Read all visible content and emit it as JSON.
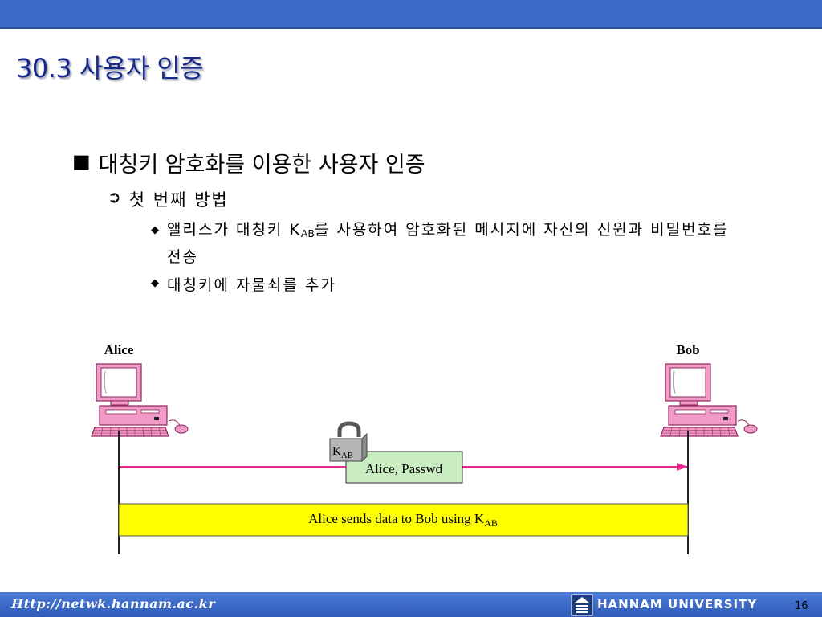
{
  "slide": {
    "title": "30.3 사용자 인증",
    "bullet_l1": "대칭키 암호화를 이용한 사용자 인증",
    "bullet_l2": "첫 번째 방법",
    "bullet_l3a_pre": "앨리스가 대칭키 K",
    "bullet_l3a_sub": "AB",
    "bullet_l3a_post": "를 사용하여 암호화된 메시지에 자신의 신원과 비밀번호를 전송",
    "bullet_l3b": "대칭키에 자물쇠를 추가"
  },
  "diagram": {
    "left_party": "Alice",
    "right_party": "Bob",
    "lock_key": "K",
    "lock_key_sub": "AB",
    "message": "Alice, Passwd",
    "band_text_pre": "Alice sends data to Bob using K",
    "band_text_sub": "AB"
  },
  "footer": {
    "url": "Http://netwk.hannam.ac.kr",
    "university": "HANNAM  UNIVERSITY",
    "page": "16"
  },
  "colors": {
    "top_bar": "#3a6cc8",
    "title": "#1a2a8a",
    "arrow": "#e8288a",
    "band": "#ffff00",
    "message_box": "#c9ecc1",
    "computer": "#f29ac8"
  },
  "icons": {
    "bullet_l1": "square-bullet",
    "bullet_l2": "circled-arrow",
    "bullet_l3": "diamond-bullet",
    "computer": "desktop-computer-icon",
    "lock": "padlock-icon",
    "logo": "hannam-logo-icon"
  }
}
